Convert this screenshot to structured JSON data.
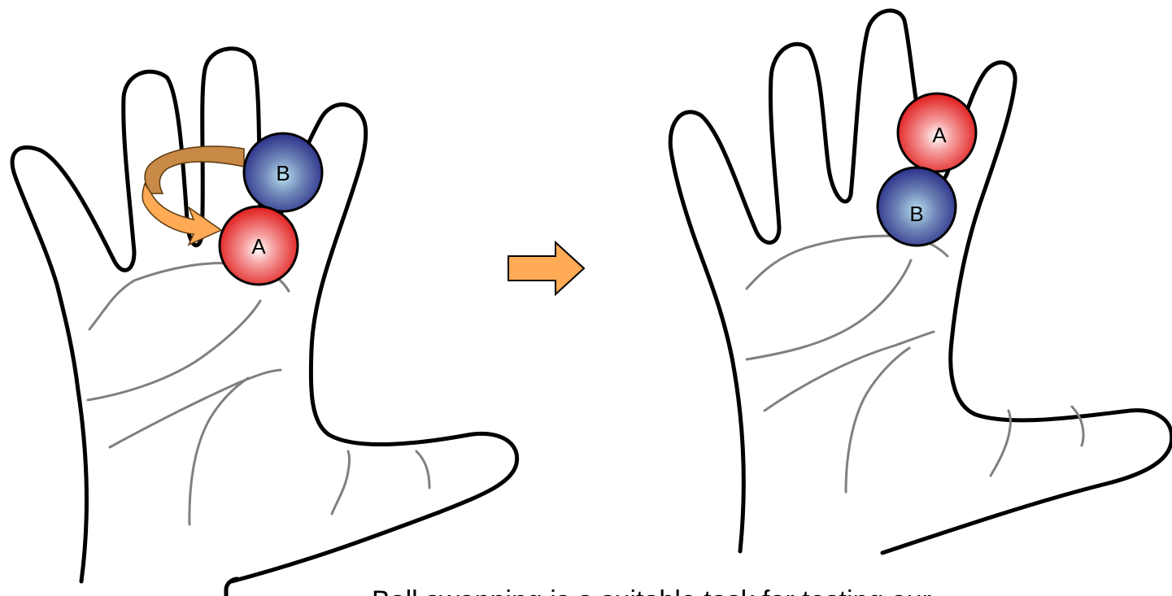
{
  "balls": {
    "a_label": "A",
    "b_label": "B",
    "a_color": "#ee2222",
    "b_color": "#2a2f88"
  },
  "arrows": {
    "swap_arrow_dark": "#c98a47",
    "swap_arrow_light": "#ffaa55",
    "transition_arrow": "#ffaa55"
  },
  "caption": {
    "text": "Ball swapping is a suitable task for testing our"
  }
}
